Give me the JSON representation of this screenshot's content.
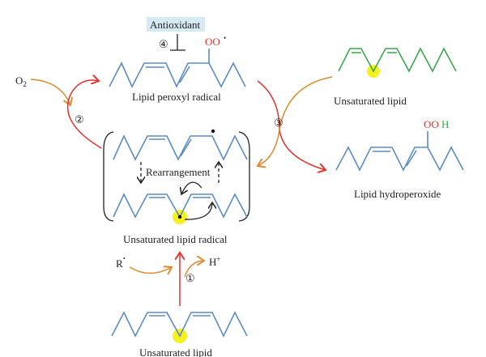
{
  "labels": {
    "antioxidant": "Antioxidant",
    "lipid_peroxyl_radical": "Lipid peroxyl radical",
    "unsaturated_lipid_top": "Unsaturated lipid",
    "lipid_hydroperoxide": "Lipid hydroperoxide",
    "unsaturated_lipid_radical": "Unsaturated lipid radical",
    "unsaturated_lipid_bottom": "Unsaturated lipid",
    "rearrangement": "Rearrangement",
    "o2": "O",
    "o2_sub": "2",
    "oo": "OO",
    "ooh_oo": "OO",
    "ooh_h": "H",
    "r": "R",
    "h_plus": "H",
    "plus": "+",
    "dot": "•"
  },
  "steps": [
    "①",
    "②",
    "③",
    "④"
  ],
  "colors": {
    "chain": "#5b8cc4",
    "green": "#3aa84a",
    "red": "#e8302a",
    "orange": "#e08a30",
    "highlight": "#f5f020",
    "antioxidant_bg": "#d6eaf3"
  }
}
